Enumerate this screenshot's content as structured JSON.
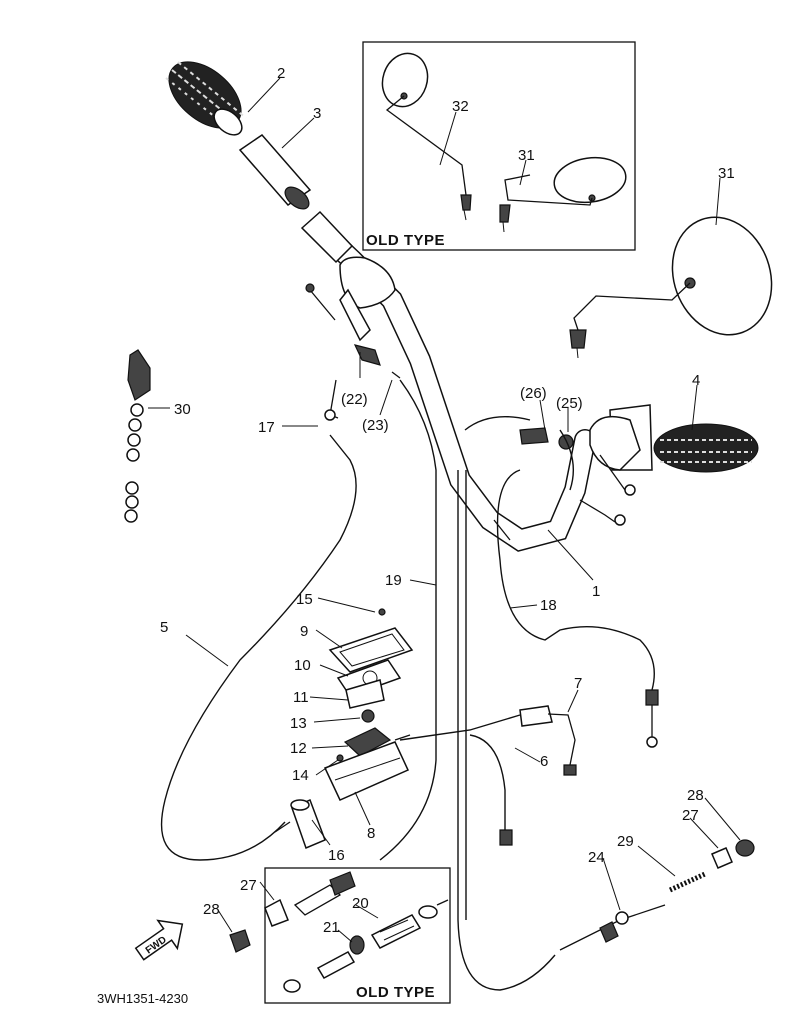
{
  "inset_top": {
    "label": "OLD TYPE"
  },
  "inset_bottom": {
    "label": "OLD TYPE"
  },
  "drawing_code": "3WH1351-4230",
  "fwd_label": "FWD",
  "callouts": {
    "c1": "1",
    "c2": "2",
    "c3": "3",
    "c4": "4",
    "c5": "5",
    "c6": "6",
    "c7": "7",
    "c8": "8",
    "c9": "9",
    "c10": "10",
    "c11": "11",
    "c12": "12",
    "c13": "13",
    "c14": "14",
    "c15": "15",
    "c16": "16",
    "c17": "17",
    "c18": "18",
    "c19": "19",
    "c20": "20",
    "c21": "21",
    "c22": "(22)",
    "c23": "(23)",
    "c24": "24",
    "c25": "(25)",
    "c26": "(26)",
    "c27": "27",
    "c27b": "27",
    "c28": "28",
    "c28b": "28",
    "c29": "29",
    "c30": "30",
    "c31": "31",
    "c31b": "31",
    "c32": "32"
  }
}
